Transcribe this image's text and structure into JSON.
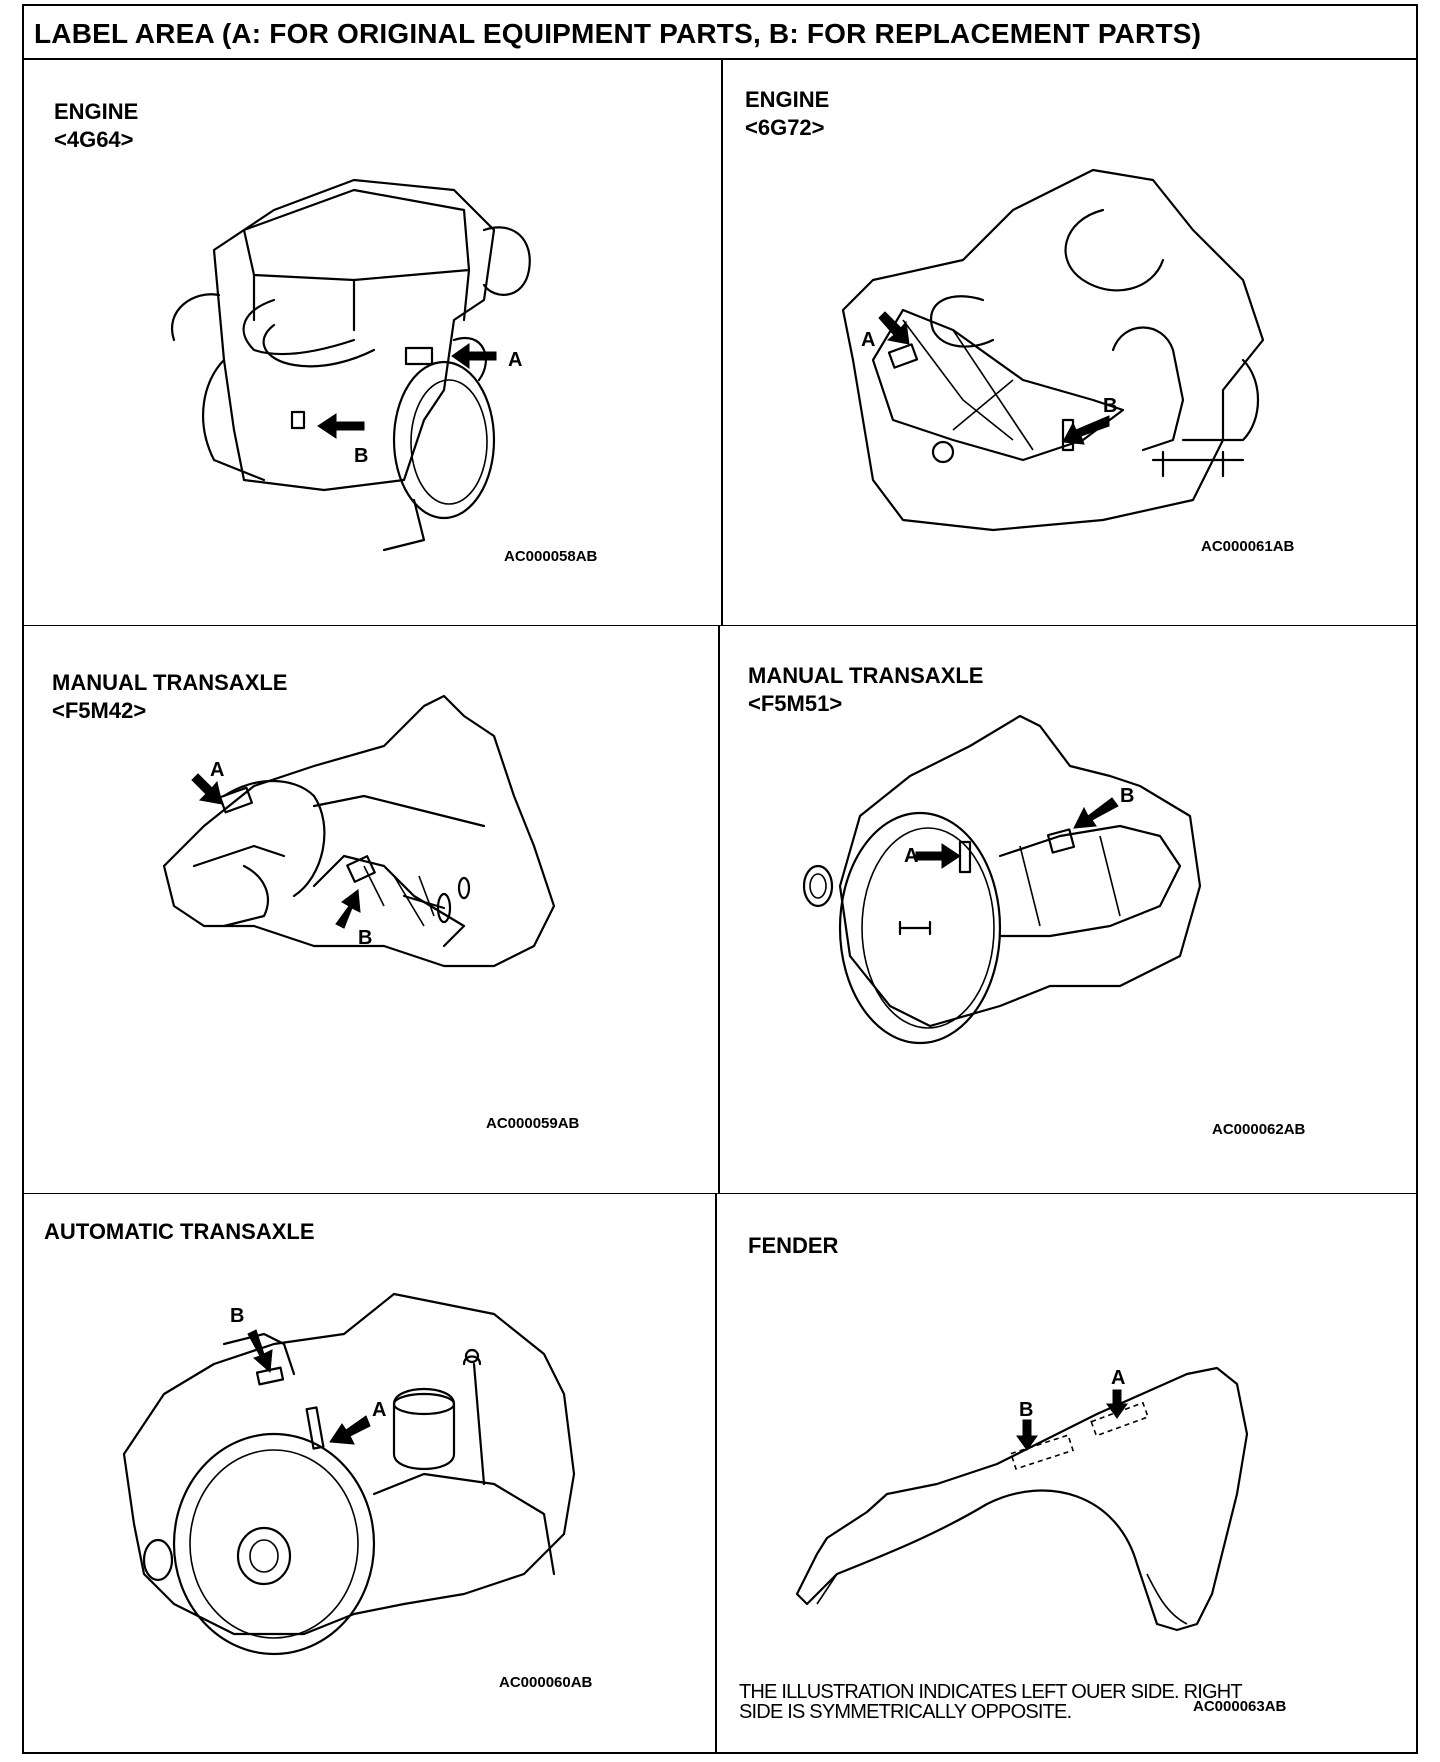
{
  "header": {
    "title": "LABEL AREA (A: FOR ORIGINAL EQUIPMENT PARTS, B: FOR REPLACEMENT PARTS)"
  },
  "panels": [
    {
      "title": "ENGINE",
      "subtitle": "<4G64>",
      "code": "AC000058AB",
      "label_a": "A",
      "label_b": "B"
    },
    {
      "title": "ENGINE",
      "subtitle": "<6G72>",
      "code": "AC000061AB",
      "label_a": "A",
      "label_b": "B"
    },
    {
      "title": "MANUAL TRANSAXLE",
      "subtitle": "<F5M42>",
      "code": "AC000059AB",
      "label_a": "A",
      "label_b": "B"
    },
    {
      "title": "MANUAL TRANSAXLE",
      "subtitle": "<F5M51>",
      "code": "AC000062AB",
      "label_a": "A",
      "label_b": "B"
    },
    {
      "title": "AUTOMATIC TRANSAXLE",
      "code": "AC000060AB",
      "label_a": "A",
      "label_b": "B"
    },
    {
      "title": "FENDER",
      "code": "AC000063AB",
      "label_a": "A",
      "label_b": "B",
      "note_line1": "THE ILLUSTRATION INDICATES LEFT OUER SIDE. RIGHT",
      "note_line2": "SIDE IS SYMMETRICALLY OPPOSITE."
    }
  ]
}
